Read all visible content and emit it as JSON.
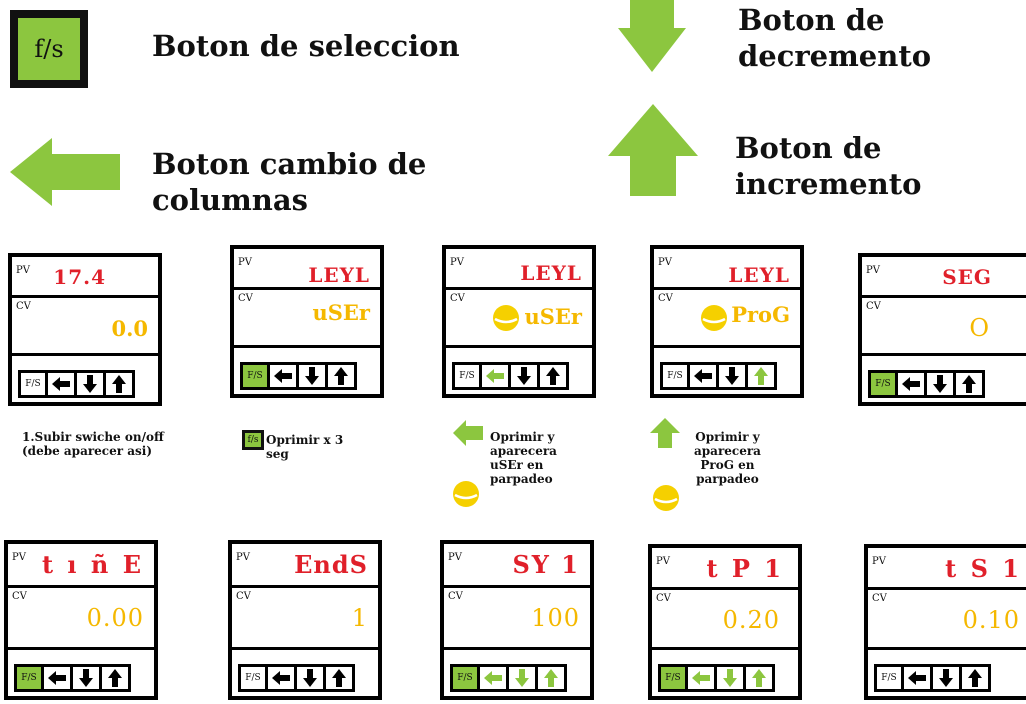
{
  "legend": {
    "fs_key_label": "f/s",
    "selection": "Boton de seleccion",
    "decrement": "Boton de decremento",
    "column_change": "Boton cambio de columnas",
    "increment": "Boton de incremento"
  },
  "colors": {
    "accent_green": "#8cc63f",
    "pv_red": "#e0202a",
    "cv_yellow": "#f5b800"
  },
  "panel_labels": {
    "pv": "PV",
    "cv": "CV",
    "fs": "F/S"
  },
  "panels_row1": [
    {
      "pv": "17.4",
      "cv": "0.0"
    },
    {
      "pv": "LEYL",
      "cv": "uSEr"
    },
    {
      "pv": "LEYL",
      "cv": "uSEr"
    },
    {
      "pv": "LEYL",
      "cv": "ProG"
    },
    {
      "pv": "SEG",
      "cv": "O"
    }
  ],
  "panels_row2": [
    {
      "pv": "t ı ñ E",
      "cv": "0.00"
    },
    {
      "pv": "EndS",
      "cv": "1"
    },
    {
      "pv": "SY 1",
      "cv": "100"
    },
    {
      "pv": "t P 1",
      "cv": "0.20"
    },
    {
      "pv": "t S 1",
      "cv": "0.10"
    }
  ],
  "captions": {
    "c1_line1": "1.Subir swiche on/off",
    "c1_line2": "(debe aparecer asi)",
    "c2_icon": "f/s",
    "c2_line1": "Oprimir x 3",
    "c2_line2": "seg",
    "c3_lines": [
      "Oprimir y",
      "aparecera",
      "uSEr en",
      "parpadeo"
    ],
    "c4_lines": [
      "Oprimir y",
      "aparecera",
      "ProG en",
      "parpadeo"
    ]
  }
}
